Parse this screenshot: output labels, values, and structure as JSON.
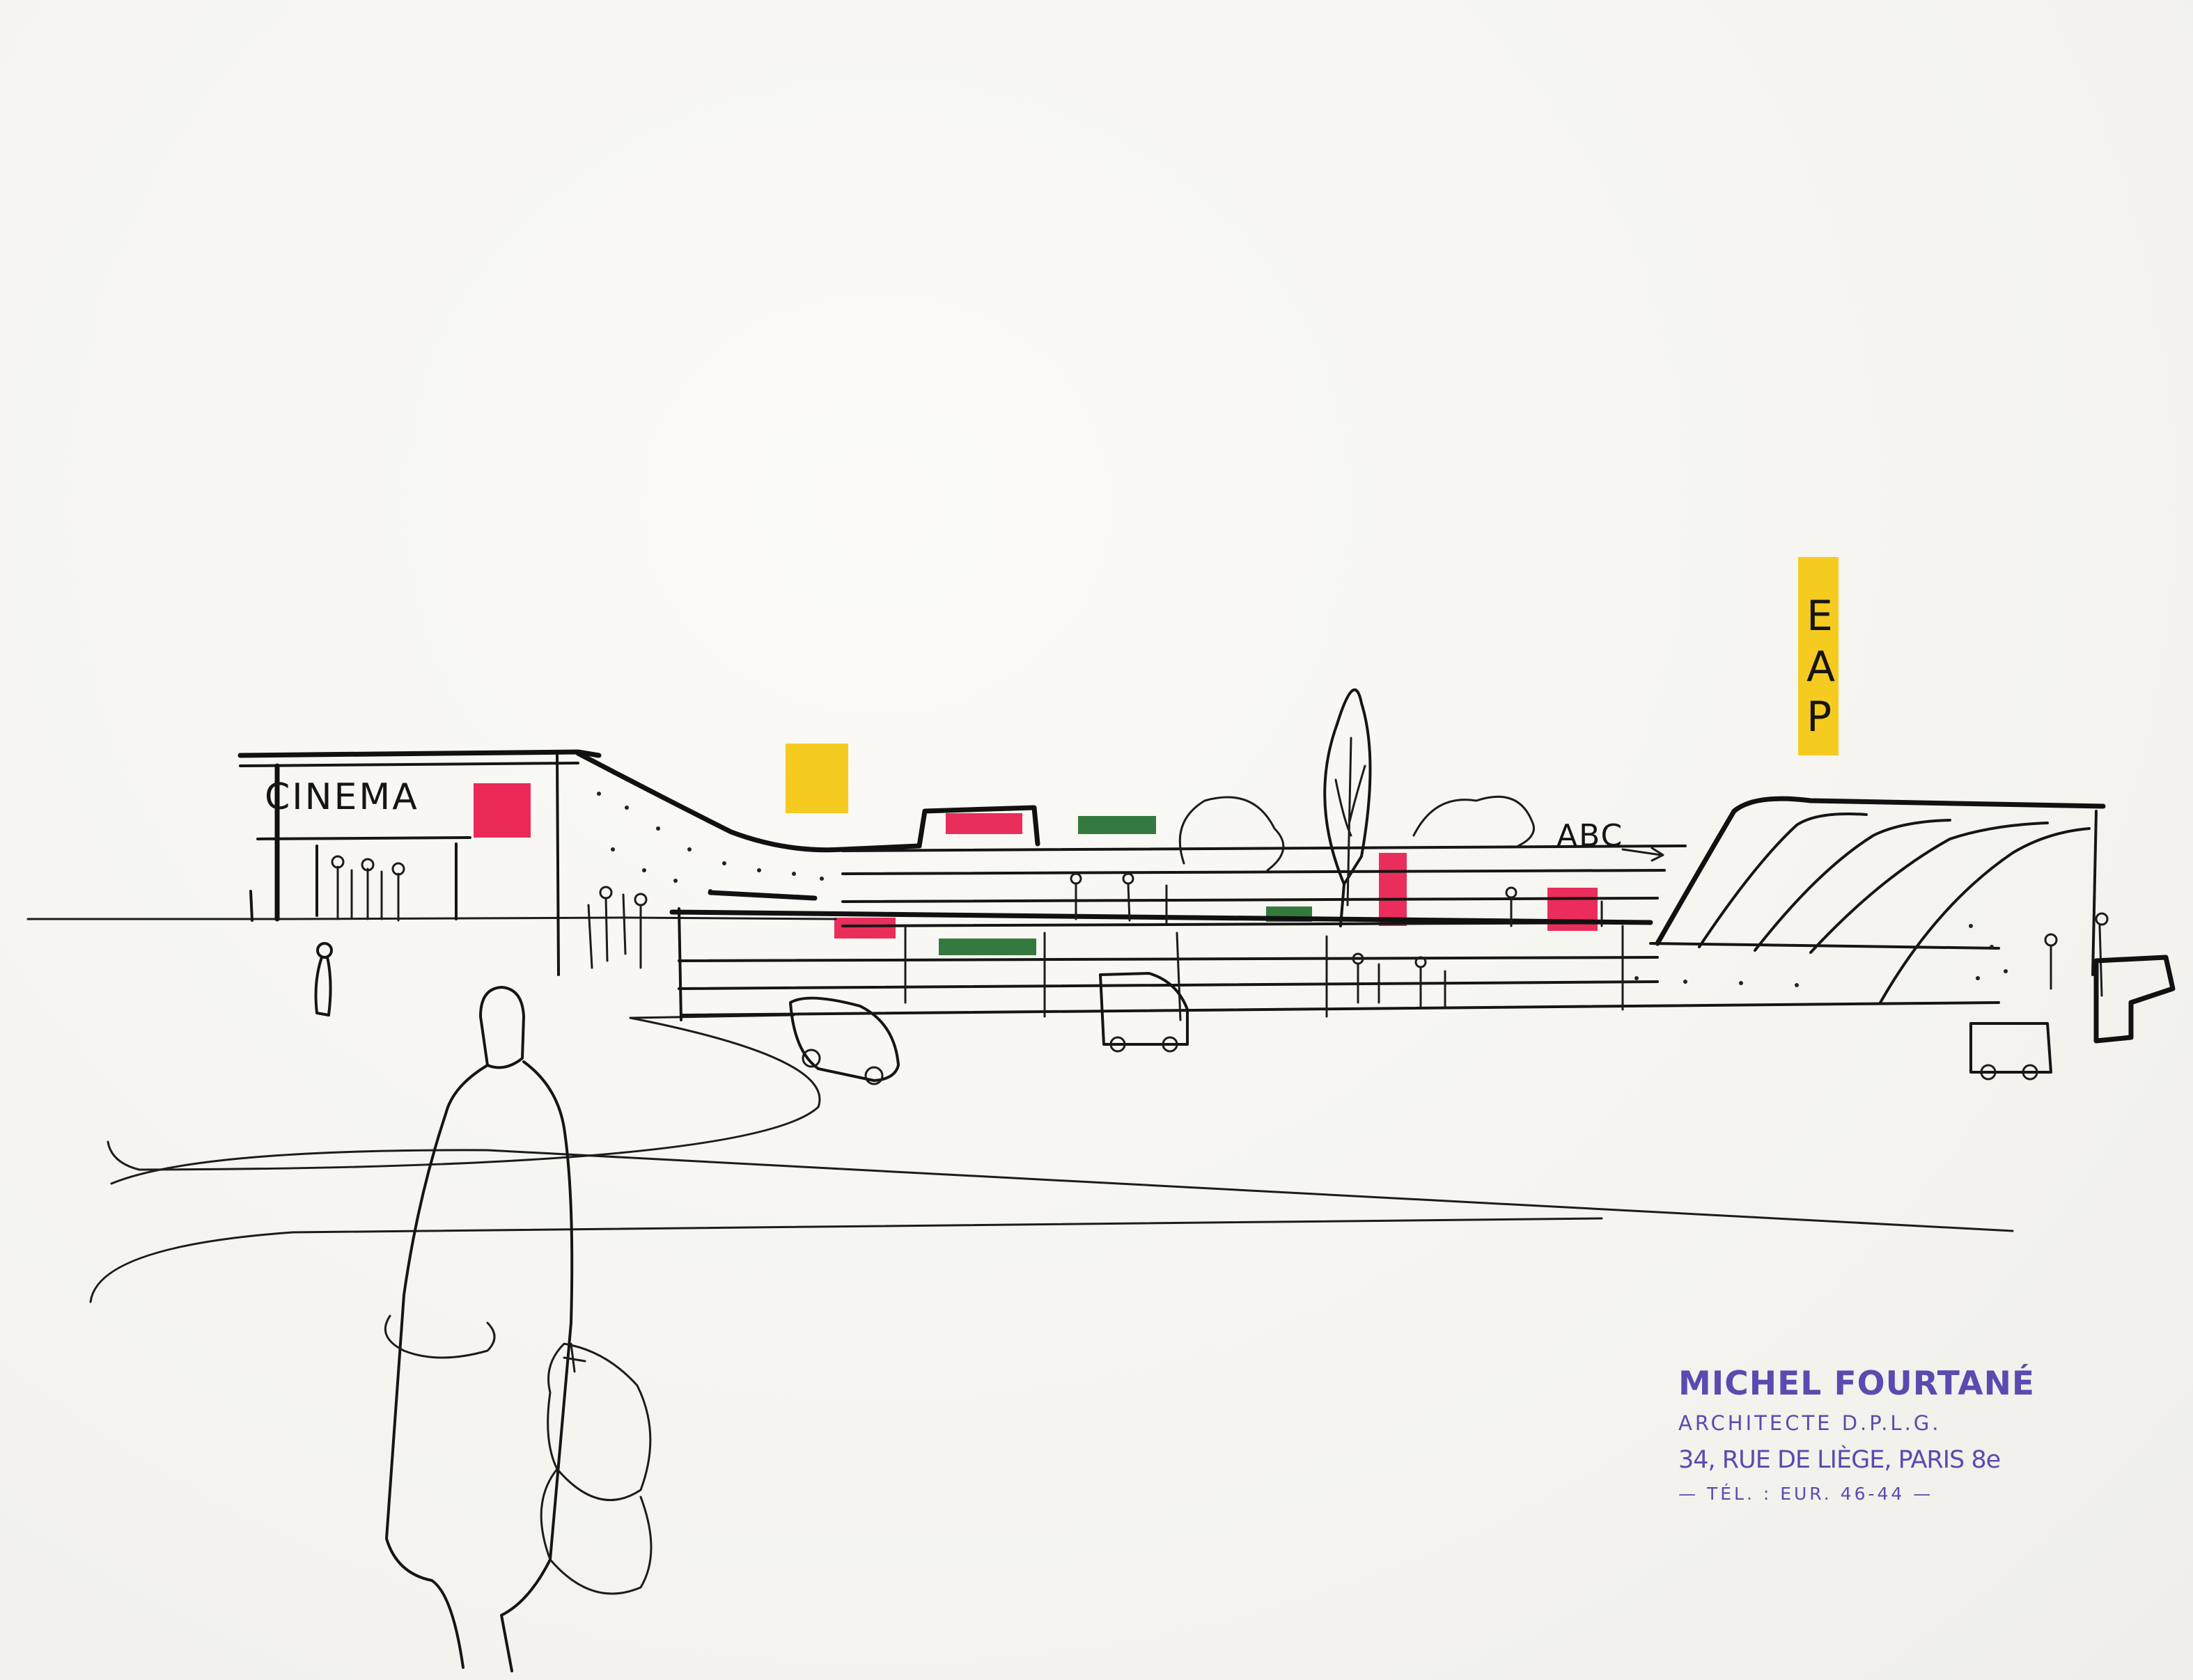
{
  "drawing": {
    "signs": {
      "cinema": "CINEMA",
      "abc": "ABC",
      "eap": [
        "E",
        "A",
        "P"
      ]
    },
    "colors": {
      "paper": "#f7f6f2",
      "ink": "#151515",
      "red_marker": "#e8174a",
      "yellow_marker": "#f5c814",
      "green_marker": "#1e6b2a",
      "stamp_ink": "#5b4ab0"
    }
  },
  "stamp": {
    "name": "MICHEL FOURTANÉ",
    "title": "ARCHITECTE D.P.L.G.",
    "address": "34, RUE DE LIÈGE, PARIS 8e",
    "phone": "— TÉL. : EUR. 46-44 —"
  }
}
